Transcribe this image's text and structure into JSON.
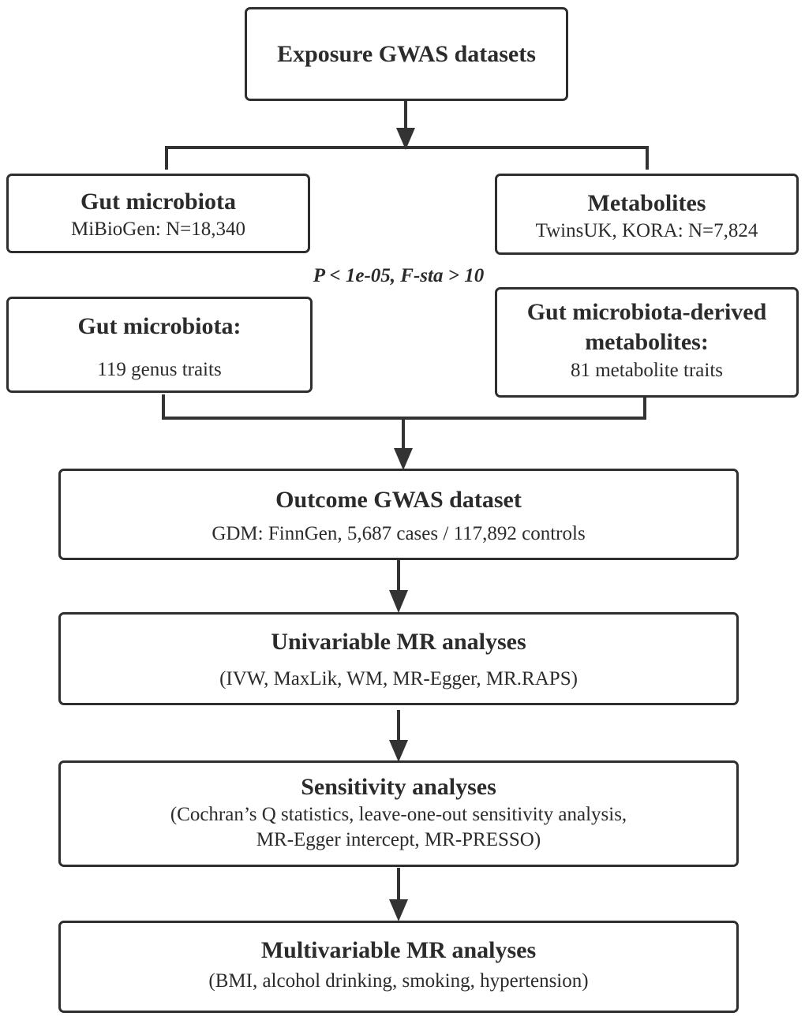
{
  "exposure": {
    "title": "Exposure GWAS datasets"
  },
  "gut_microbiota": {
    "title": "Gut microbiota",
    "sub": "MiBioGen: N=18,340"
  },
  "metabolites": {
    "title": "Metabolites",
    "sub": "TwinsUK, KORA: N=7,824"
  },
  "criteria": "P < 1e-05, F-sta > 10",
  "gut_traits": {
    "title": "Gut microbiota:",
    "sub": "119 genus traits"
  },
  "derived": {
    "title_line1": "Gut microbiota-derived",
    "title_line2": "metabolites:",
    "sub": "81 metabolite traits"
  },
  "outcome": {
    "title": "Outcome GWAS dataset",
    "sub": "GDM: FinnGen, 5,687 cases / 117,892 controls"
  },
  "univariable": {
    "title": "Univariable MR analyses",
    "sub": "(IVW, MaxLik, WM, MR-Egger, MR.RAPS)"
  },
  "sensitivity": {
    "title": "Sensitivity analyses",
    "sub_line1": "(Cochran’s Q statistics, leave-one-out sensitivity analysis,",
    "sub_line2": "MR-Egger intercept, MR-PRESSO)"
  },
  "multivariable": {
    "title": "Multivariable MR analyses",
    "sub": "(BMI, alcohol drinking, smoking, hypertension)"
  }
}
